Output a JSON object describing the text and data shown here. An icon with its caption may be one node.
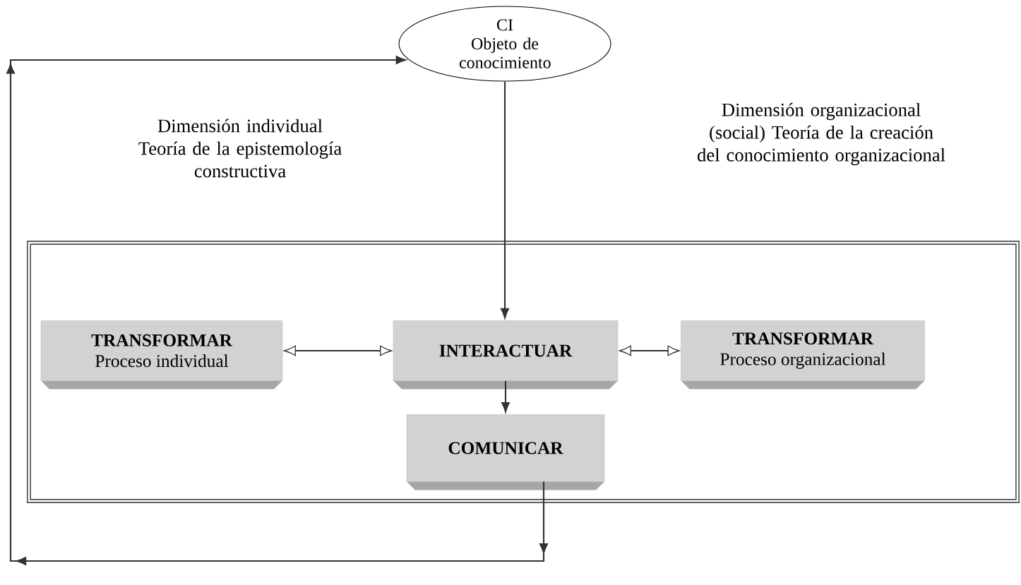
{
  "diagram": {
    "nodes": [
      {
        "text": [
          "CI",
          "Objeto de conocimiento"
        ]
      },
      {
        "text": [],
        "shape": "box"
      },
      {
        "text": [
          "TRANSFORMAR",
          "Proceso individual"
        ],
        "in": 1
      },
      {
        "text": [
          "INTERACTUAR"
        ],
        "in": 1
      },
      {
        "text": [
          "TRANSFORMAR",
          "Proceso organizacional"
        ],
        "in": 1
      },
      {
        "text": [
          "COMUNICAR"
        ],
        "in": 1
      }
    ],
    "edges": [
      {
        "from": 0,
        "to": 3,
        "arrow": "to"
      },
      {
        "from": 2,
        "to": 3,
        "arrow": "both"
      },
      {
        "from": 3,
        "to": 4,
        "arrow": "both"
      },
      {
        "from": 3,
        "to": 5,
        "arrow": "to"
      },
      {
        "from": 5,
        "to": 0,
        "arrow": "to"
      }
    ],
    "labels": [
      "Dimensión individual Teoría de la epistemología constructiva",
      "Dimensión organizacional (social) Teoría de la creación del conocimiento organizacional"
    ]
  }
}
